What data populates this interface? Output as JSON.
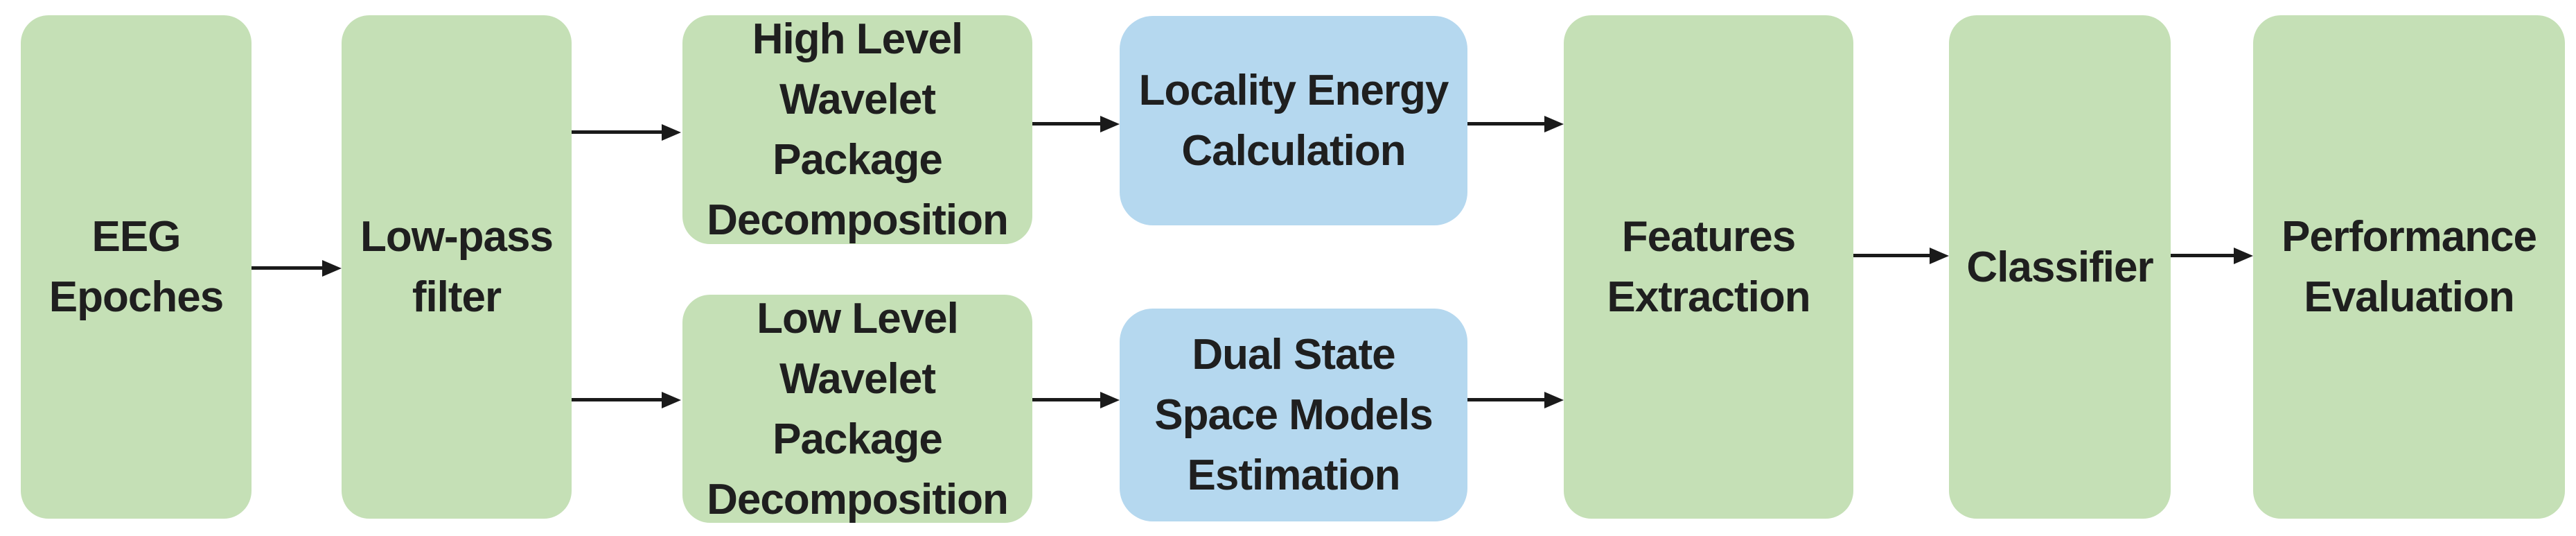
{
  "diagram": {
    "type": "flowchart",
    "description": "EEG signal processing pipeline block diagram"
  },
  "colors": {
    "node_green": "#c5e0b6",
    "node_blue": "#b5d8ef",
    "arrow": "#1a1a1a",
    "text": "#1f1f1f",
    "background": "#ffffff"
  },
  "nodes": [
    {
      "id": "eeg-epoches",
      "label": "EEG\nEpoches",
      "color": "green"
    },
    {
      "id": "low-pass-filter",
      "label": "Low-pass\nfilter",
      "color": "green"
    },
    {
      "id": "high-level-wpd",
      "label": "High Level\nWavelet\nPackage\nDecomposition",
      "color": "green"
    },
    {
      "id": "low-level-wpd",
      "label": "Low Level\nWavelet\nPackage\nDecomposition",
      "color": "green"
    },
    {
      "id": "locality-energy",
      "label": "Locality Energy\nCalculation",
      "color": "blue"
    },
    {
      "id": "dual-state-models",
      "label": "Dual State\nSpace Models\nEstimation",
      "color": "blue"
    },
    {
      "id": "features-extraction",
      "label": "Features\nExtraction",
      "color": "green"
    },
    {
      "id": "classifier",
      "label": "Classifier",
      "color": "green"
    },
    {
      "id": "performance-evaluation",
      "label": "Performance\nEvaluation",
      "color": "green"
    }
  ],
  "edges": [
    {
      "from": "eeg-epoches",
      "to": "low-pass-filter"
    },
    {
      "from": "low-pass-filter",
      "to": "high-level-wpd"
    },
    {
      "from": "low-pass-filter",
      "to": "low-level-wpd"
    },
    {
      "from": "high-level-wpd",
      "to": "locality-energy"
    },
    {
      "from": "low-level-wpd",
      "to": "dual-state-models"
    },
    {
      "from": "locality-energy",
      "to": "features-extraction"
    },
    {
      "from": "dual-state-models",
      "to": "features-extraction"
    },
    {
      "from": "features-extraction",
      "to": "classifier"
    },
    {
      "from": "classifier",
      "to": "performance-evaluation"
    }
  ]
}
